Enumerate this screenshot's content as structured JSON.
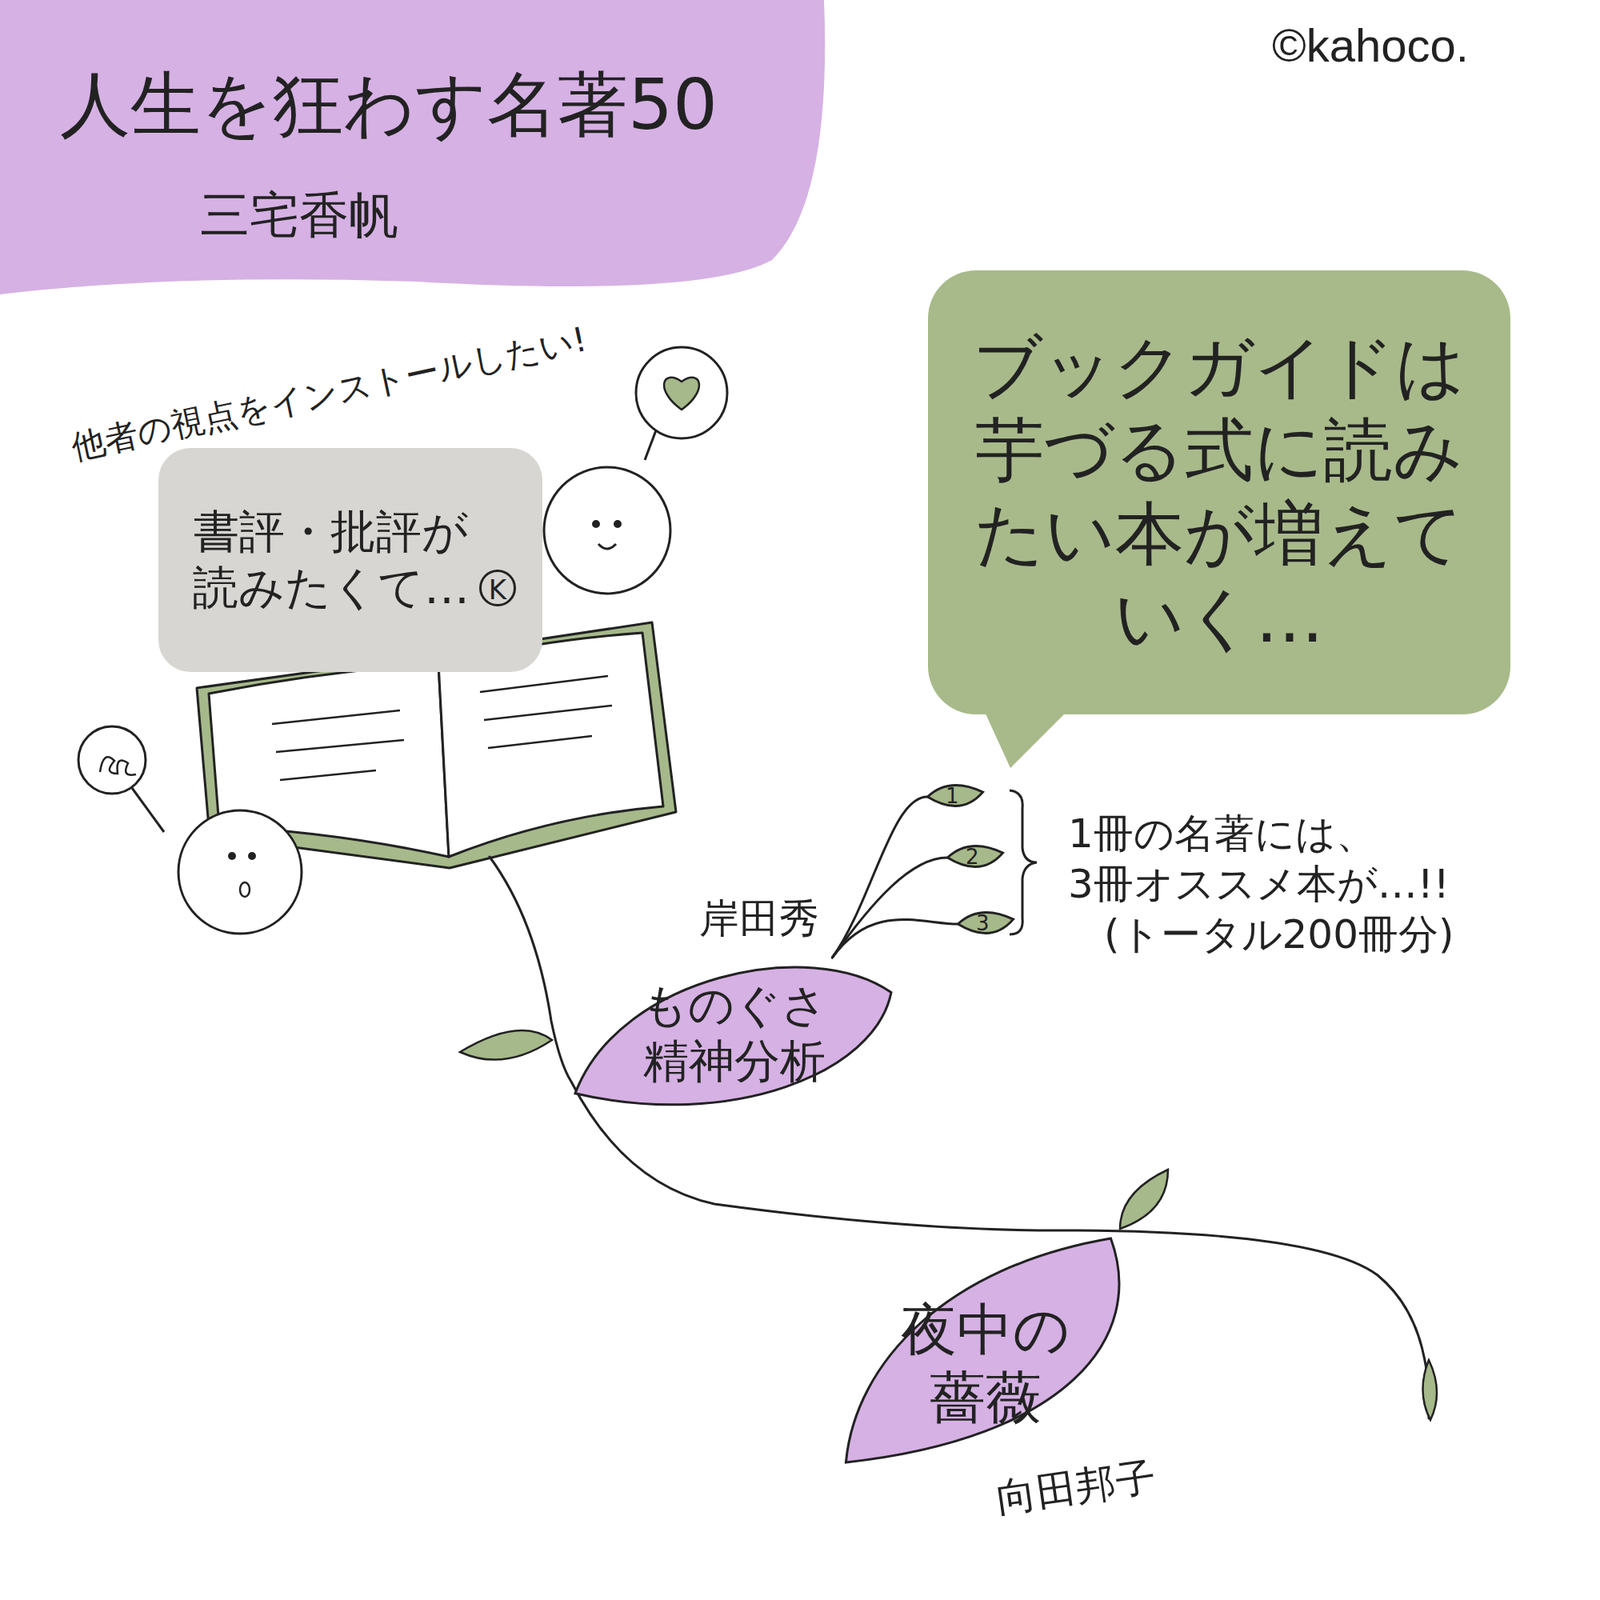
{
  "diagram": {
    "title": "人生を狂わす名著50",
    "nodes": [
      {
        "text": [
          "書評・批評が読みたくて…"
        ]
      },
      {
        "text": [
          "ブックガイドは芋づる式に読みたい本が増えていく…"
        ]
      },
      {
        "text": [
          "岸田秀",
          "ものぐさ精神分析"
        ]
      },
      {
        "text": [
          "1"
        ]
      },
      {
        "text": [
          "2"
        ]
      },
      {
        "text": [
          "3"
        ]
      },
      {
        "text": [
          "夜中の薔薇",
          "向田邦子"
        ]
      }
    ],
    "edges": [
      {
        "from": 2,
        "to": 3,
        "arrow": "none"
      },
      {
        "from": 2,
        "to": 4,
        "arrow": "none"
      },
      {
        "from": 2,
        "to": 5,
        "arrow": "none"
      }
    ],
    "labels": [
      "三宅香帆",
      "©kahoco.",
      "他者の視点をインストールしたい!",
      "K",
      "1冊の名著には、",
      "3冊オススメ本が…!!",
      "(トータル200冊分)"
    ]
  }
}
